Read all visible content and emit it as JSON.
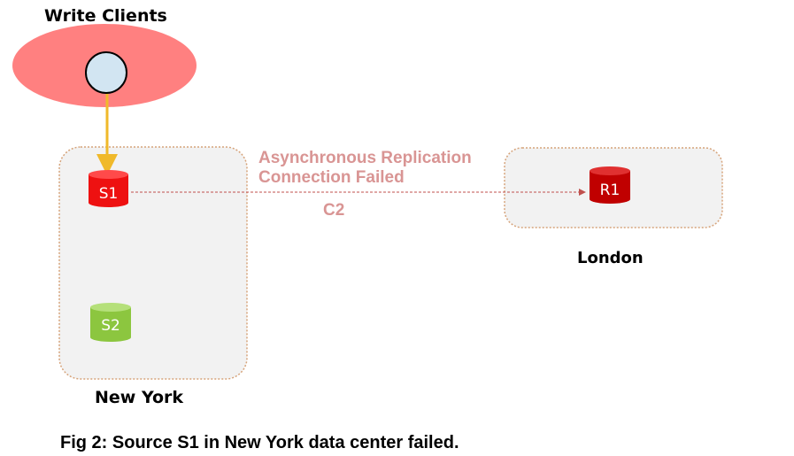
{
  "labels": {
    "write_clients": "Write Clients",
    "new_york": "New York",
    "london": "London",
    "replication_line1": "Asynchronous Replication",
    "replication_line2": "Connection Failed",
    "connection_id": "C2",
    "caption": "Fig 2: Source S1 in New York data center failed."
  },
  "nodes": {
    "s1": "S1",
    "s2": "S2",
    "r1": "R1"
  },
  "colors": {
    "clients_ellipse": "#ff8080",
    "client_circle": "#d2e5f2",
    "write_arrow": "#f0b92a",
    "s1_failed": "#ee1111",
    "s2": "#92d050",
    "r1": "#c00000",
    "replication": "#c0504d",
    "box_border": "#d6a37a"
  }
}
